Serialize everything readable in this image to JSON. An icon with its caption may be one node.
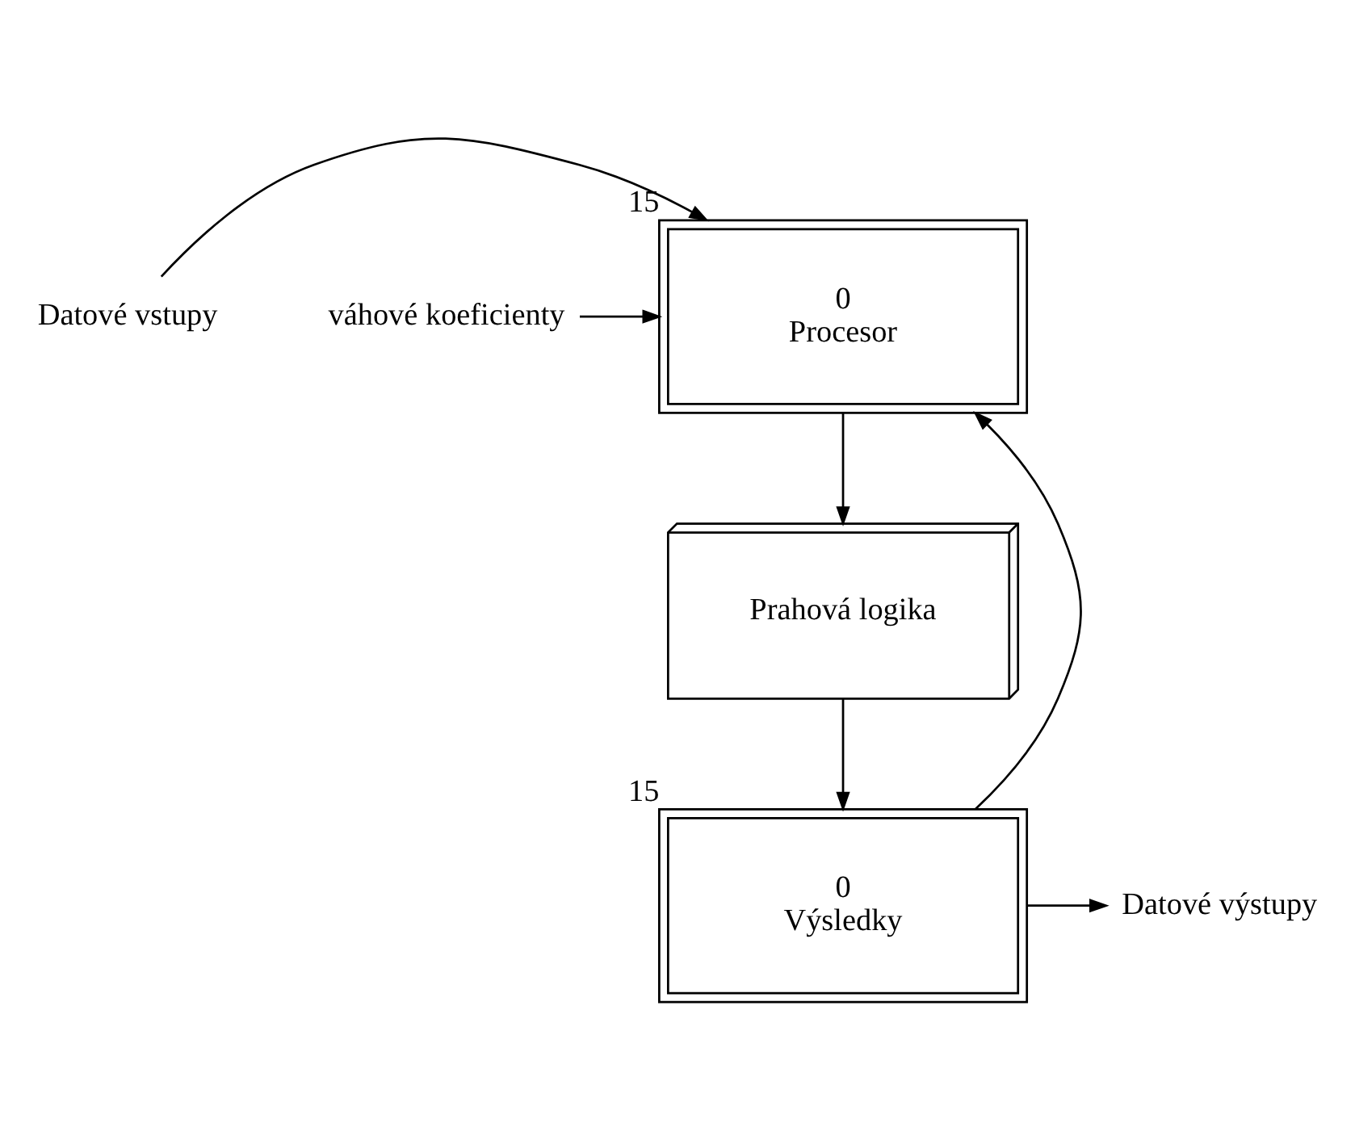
{
  "diagram": {
    "nodes": [
      {
        "text": [
          "Datové vstupy"
        ]
      },
      {
        "text": [
          "váhové koeficienty"
        ]
      },
      {
        "text": [
          "0",
          "Procesor"
        ],
        "beside": [
          "15"
        ]
      },
      {
        "text": [
          "Prahová logika"
        ]
      },
      {
        "text": [
          "0",
          "Výsledky"
        ],
        "beside": [
          "15"
        ]
      },
      {
        "text": [
          "Datové výstupy"
        ]
      }
    ],
    "edges": [
      {
        "from": 0,
        "to": 2,
        "arrow": "to"
      },
      {
        "from": 1,
        "to": 2,
        "arrow": "to"
      },
      {
        "from": 2,
        "to": 3,
        "arrow": "to"
      },
      {
        "from": 3,
        "to": 4,
        "arrow": "to"
      },
      {
        "from": 4,
        "to": 2,
        "arrow": "to"
      },
      {
        "from": 4,
        "to": 5,
        "arrow": "to"
      }
    ]
  }
}
